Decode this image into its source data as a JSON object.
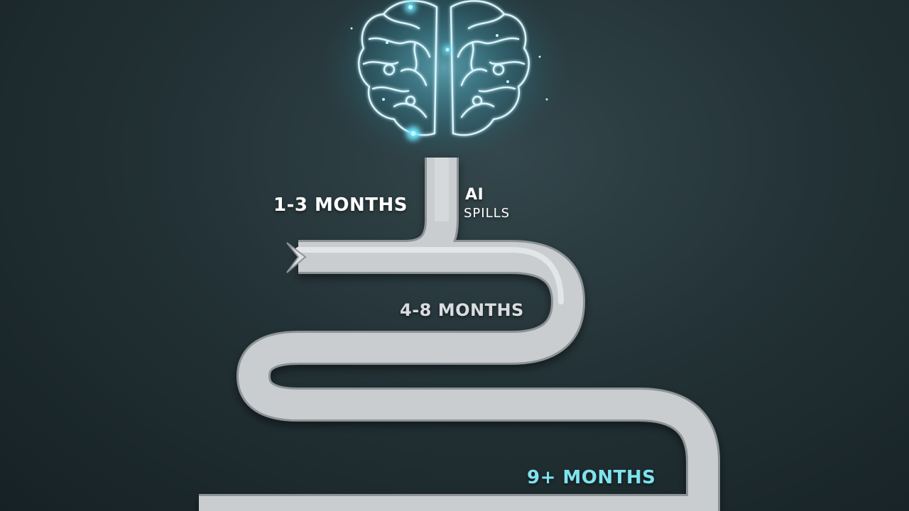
{
  "milestones": [
    {
      "label": "1-3 MONTHS"
    },
    {
      "label": "4-8 MONTHS"
    },
    {
      "label": "9+ MONTHS"
    }
  ],
  "brain_caption": {
    "line1": "AI",
    "line2": "SPILLS"
  },
  "colors": {
    "background": "#233236",
    "path": "#c9cdd0",
    "glow": "#7fe9ff",
    "final_label": "#7fe3ef"
  },
  "icons": [
    "brain-icon"
  ]
}
